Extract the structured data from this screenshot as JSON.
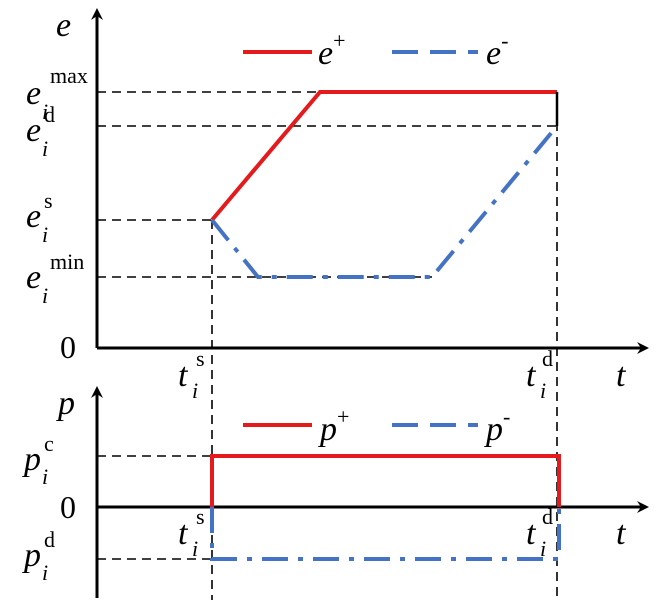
{
  "top": {
    "y_axis_label": "e",
    "x_axis_label": "t",
    "origin_label": "0",
    "legend_plus_base": "e",
    "legend_plus_sup": "+",
    "legend_minus_base": "e",
    "legend_minus_sup": "-",
    "emax_base": "e",
    "emax_sub": "i",
    "emax_sup": "max",
    "ed_base": "e",
    "ed_sub": "i",
    "ed_sup": "d",
    "es_base": "e",
    "es_sub": "i",
    "es_sup": "s",
    "emin_base": "e",
    "emin_sub": "i",
    "emin_sup": "min",
    "ts_base": "t",
    "ts_sub": "i",
    "ts_sup": "s",
    "td_base": "t",
    "td_sub": "i",
    "td_sup": "d"
  },
  "bottom": {
    "y_axis_label": "p",
    "x_axis_label": "t",
    "origin_label": "0",
    "legend_plus_base": "p",
    "legend_plus_sup": "+",
    "legend_minus_base": "p",
    "legend_minus_sup": "-",
    "pc_base": "p",
    "pc_sub": "i",
    "pc_sup": "c",
    "pd_base": "p",
    "pd_sub": "i",
    "pd_sup": "d",
    "ts_base": "t",
    "ts_sub": "i",
    "ts_sup": "s",
    "td_base": "t",
    "td_sub": "i",
    "td_sup": "d"
  },
  "colors": {
    "charging": "#e41a1c",
    "discharging": "#4472c4"
  }
}
